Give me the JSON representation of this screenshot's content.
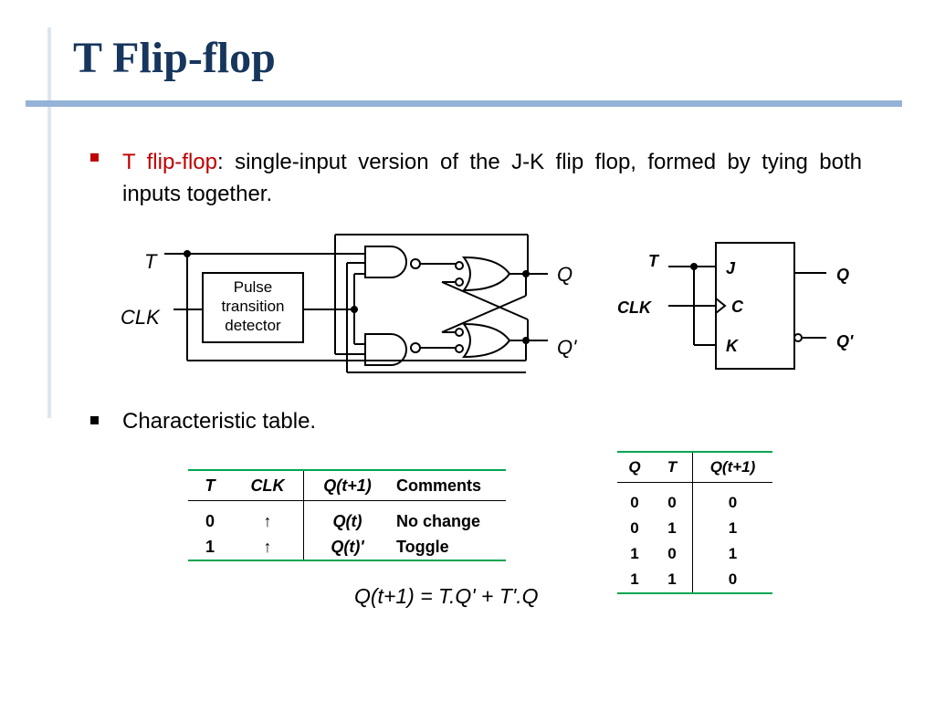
{
  "slide": {
    "title": "T Flip-flop",
    "bullet1": {
      "term": "T flip-flop",
      "text": ": single-input version of the J-K flip flop, formed by tying both inputs together."
    },
    "bullet2": {
      "text": "Characteristic table."
    }
  },
  "circuit": {
    "input_t": "T",
    "input_clk": "CLK",
    "pulse_detector": [
      "Pulse",
      "transition",
      "detector"
    ],
    "output_q": "Q",
    "output_qprime": "Q'"
  },
  "symbol": {
    "input_t": "T",
    "input_clk": "CLK",
    "pin_j": "J",
    "pin_c": "C",
    "pin_k": "K",
    "output_q": "Q",
    "output_qprime": "Q'"
  },
  "table1": {
    "headers": [
      "T",
      "CLK",
      "Q(t+1)",
      "Comments"
    ],
    "rows": [
      [
        "0",
        "↑",
        "Q(t)",
        "No change"
      ],
      [
        "1",
        "↑",
        "Q(t)'",
        "Toggle"
      ]
    ]
  },
  "table2": {
    "headers": [
      "Q",
      "T",
      "Q(t+1)"
    ],
    "rows": [
      [
        "0",
        "0",
        "0"
      ],
      [
        "0",
        "1",
        "1"
      ],
      [
        "1",
        "0",
        "1"
      ],
      [
        "1",
        "1",
        "0"
      ]
    ]
  },
  "equation": "Q(t+1) = T.Q' + T'.Q",
  "colors": {
    "title": "#17365d",
    "accent_red": "#c00000",
    "rule": "#95b3d7",
    "table_rule": "#00a651"
  }
}
